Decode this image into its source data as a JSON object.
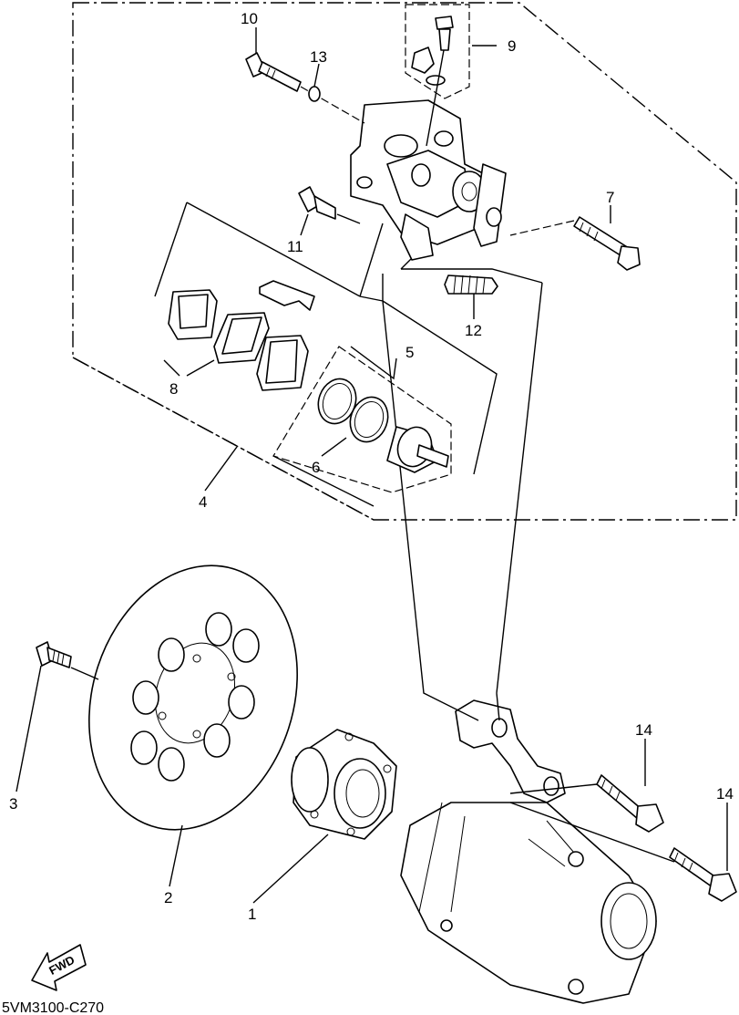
{
  "diagram": {
    "part_code": "5VM3100-C270",
    "direction_label": "FWD",
    "callouts": [
      "1",
      "2",
      "3",
      "4",
      "5",
      "6",
      "7",
      "8",
      "9",
      "10",
      "11",
      "12",
      "13",
      "14",
      "14"
    ]
  }
}
